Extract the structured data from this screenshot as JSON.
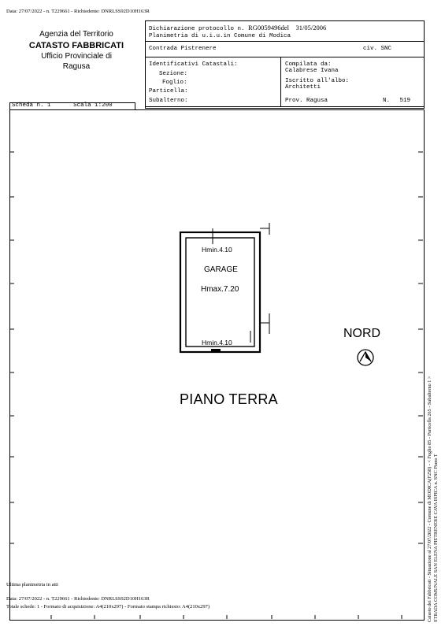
{
  "top_meta": "Data: 27/07/2022 - n. T229661 - Richiedente: DNRLSS92D10H163R",
  "agency": {
    "line1": "Agenzia del Territorio",
    "line2": "CATASTO FABBRICATI",
    "line3": "Ufficio Provinciale di",
    "line4": "Ragusa"
  },
  "declaration": {
    "label": "Dichiarazione protocollo n.",
    "number": "RG0059496",
    "del_label": "del",
    "date": "31/05/2006"
  },
  "planimetria": {
    "label": "Planimetria di u.i.u.in Comune di",
    "comune": "Modica"
  },
  "address": {
    "street": "Contrada Pistrenere",
    "civ": "civ. SNC"
  },
  "identificativi": {
    "title": "Identificativi Catastali:",
    "sezione": "Sezione:",
    "foglio": "Foglio:",
    "particella": "Particella:",
    "subalterno": "Subalterno:"
  },
  "compilata": {
    "label": "Compilata da:",
    "name": "Calabrese Ivana",
    "iscritto_label": "Iscritto all'albo:",
    "albo": "Architetti",
    "prov_label": "Prov.",
    "prov": "Ragusa",
    "n_label": "N.",
    "n": "519"
  },
  "scheda": {
    "label": "Scheda n.",
    "number": "1",
    "scala_label": "Scala",
    "scala": "1:200"
  },
  "plan": {
    "hmin_top": "Hmin.4.10",
    "room": "GARAGE",
    "hmax": "Hmax.7.20",
    "hmin_bottom": "Hmin.4.10",
    "north": "NORD",
    "floor": "PIANO TERRA"
  },
  "side": {
    "line1": "Catasto dei Fabbricati - Situazione al 27/07/2022 - Comune di MODICA(F258) - < Foglio 85 - Particella 265 - Subalterno 1 >",
    "line2": "STRADA COMUNALE SAN ELENA PIETRENERE CAVA ISPICA n. SNC Piano T"
  },
  "footer": {
    "ultima": "Ultima planimetria in atti",
    "data": "Data: 27/07/2022 - n. T229661 - Richiedente: DNRLSS92D10H163R",
    "totale": "Totale schede: 1 - Formato di acquisizione: A4(210x297) - Formato stampa richiesto: A4(210x297)"
  }
}
